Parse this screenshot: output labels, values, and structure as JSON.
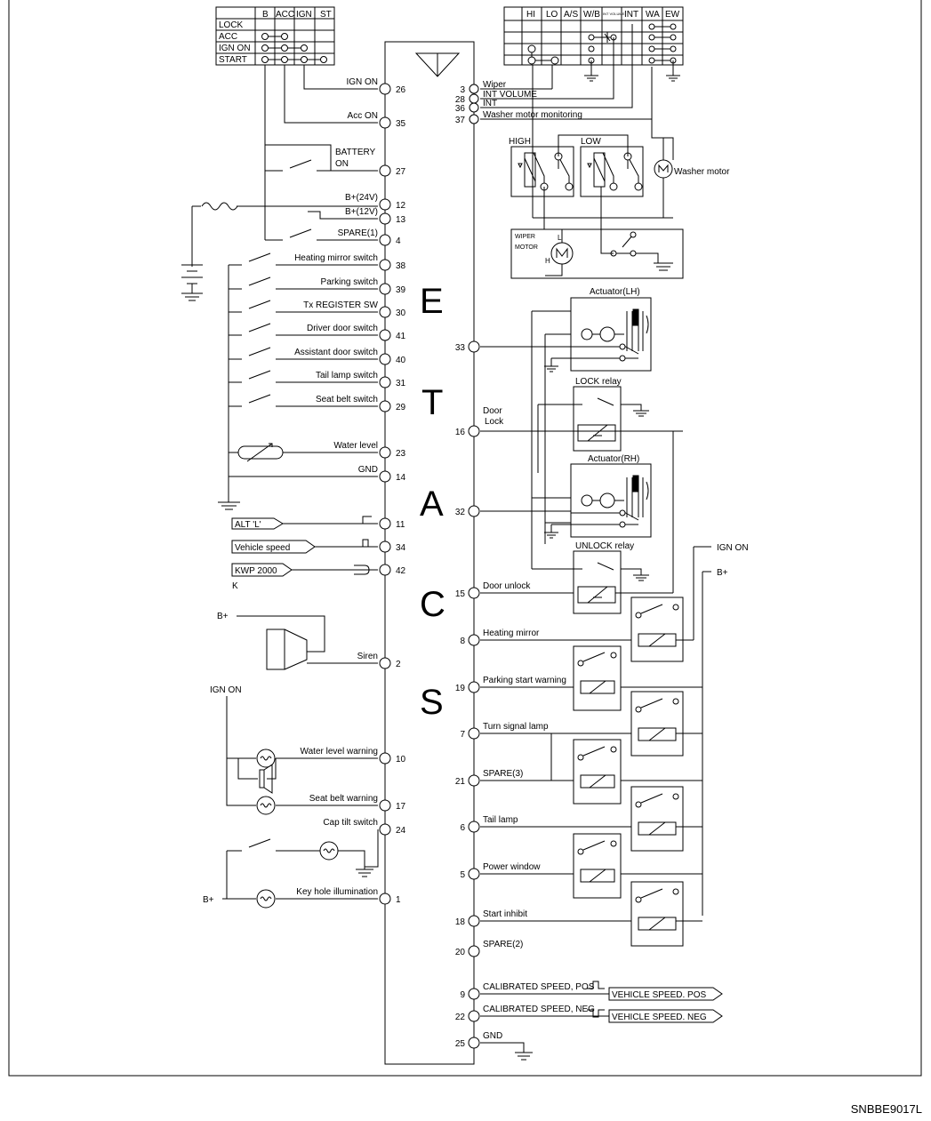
{
  "etacs_letters": [
    "E",
    "T",
    "A",
    "C",
    "S"
  ],
  "key_switch": {
    "headers": [
      "B",
      "ACC",
      "IGN",
      "ST"
    ],
    "rows": [
      "LOCK",
      "ACC",
      "IGN ON",
      "START"
    ]
  },
  "wiper_switch": {
    "headers": [
      "HI",
      "LO",
      "A/S",
      "W/B",
      "INT VOLUME",
      "INT",
      "WA",
      "EW"
    ]
  },
  "left_pins": [
    {
      "label": "IGN ON",
      "pin": "26"
    },
    {
      "label": "Acc ON",
      "pin": "35"
    },
    {
      "label": "BATTERY",
      "label2": "ON",
      "pin": "27"
    },
    {
      "label": "B+(24V)",
      "pin": "12"
    },
    {
      "label": "B+(12V)",
      "pin": "13"
    },
    {
      "label": "SPARE(1)",
      "pin": "4"
    },
    {
      "label": "Heating mirror switch",
      "pin": "38"
    },
    {
      "label": "Parking switch",
      "pin": "39"
    },
    {
      "label": "Tx REGISTER SW",
      "pin": "30"
    },
    {
      "label": "Driver door switch",
      "pin": "41"
    },
    {
      "label": "Assistant door switch",
      "pin": "40"
    },
    {
      "label": "Tail lamp switch",
      "pin": "31"
    },
    {
      "label": "Seat belt switch",
      "pin": "29"
    },
    {
      "label": "Water level",
      "pin": "23"
    },
    {
      "label": "GND",
      "pin": "14"
    },
    {
      "label": "",
      "pin": "11"
    },
    {
      "label": "",
      "pin": "34"
    },
    {
      "label": "",
      "pin": "42"
    },
    {
      "label": "Siren",
      "pin": "2"
    },
    {
      "label": "Water level warning",
      "pin": "10"
    },
    {
      "label": "Seat belt warning",
      "pin": "17"
    },
    {
      "label": "Cap tilt switch",
      "pin": "24"
    },
    {
      "label": "Key hole illumination",
      "pin": "1"
    }
  ],
  "inputs": [
    {
      "label": "ALT 'L'"
    },
    {
      "label": "Vehicle speed"
    },
    {
      "label": "KWP 2000"
    }
  ],
  "left_misc": {
    "k_label": "K",
    "bplus": "B+",
    "ign_on": "IGN ON",
    "bplus_bottom": "B+"
  },
  "right_pins": [
    {
      "label": "Wiper",
      "pin": "3"
    },
    {
      "label": "INT VOLUME",
      "pin": "28"
    },
    {
      "label": "INT",
      "pin": "36"
    },
    {
      "label": "Washer motor monitoring",
      "pin": "37"
    },
    {
      "label": "",
      "pin": "33"
    },
    {
      "label": "Door",
      "label2": "Lock",
      "pin": "16"
    },
    {
      "label": "",
      "pin": "32"
    },
    {
      "label": "Door unlock",
      "pin": "15"
    },
    {
      "label": "Heating mirror",
      "pin": "8"
    },
    {
      "label": "Parking start warning",
      "pin": "19"
    },
    {
      "label": "Turn signal lamp",
      "pin": "7"
    },
    {
      "label": "SPARE(3)",
      "pin": "21"
    },
    {
      "label": "Tail lamp",
      "pin": "6"
    },
    {
      "label": "Power window",
      "pin": "5"
    },
    {
      "label": "Start inhibit",
      "pin": "18"
    },
    {
      "label": "SPARE(2)",
      "pin": "20"
    },
    {
      "label": "CALIBRATED SPEED, POS",
      "pin": "9"
    },
    {
      "label": "CALIBRATED SPEED, NEG",
      "pin": "22"
    },
    {
      "label": "GND",
      "pin": "25"
    }
  ],
  "components": {
    "high": "HIGH",
    "low": "LOW",
    "washer_motor": "Washer motor",
    "wiper_motor": [
      "WIPER",
      "MOTOR"
    ],
    "motor_l": "L",
    "motor_h": "H",
    "motor_m": "M",
    "actuator_lh": "Actuator(LH)",
    "actuator_rh": "Actuator(RH)",
    "lock_relay": "LOCK relay",
    "unlock_relay": "UNLOCK relay",
    "relay_ign_on": "IGN ON",
    "relay_bplus": "B+"
  },
  "outputs": [
    {
      "label": "VEHICLE SPEED. POS"
    },
    {
      "label": "VEHICLE SPEED. NEG"
    }
  ],
  "reference_code": "SNBBE9017L"
}
